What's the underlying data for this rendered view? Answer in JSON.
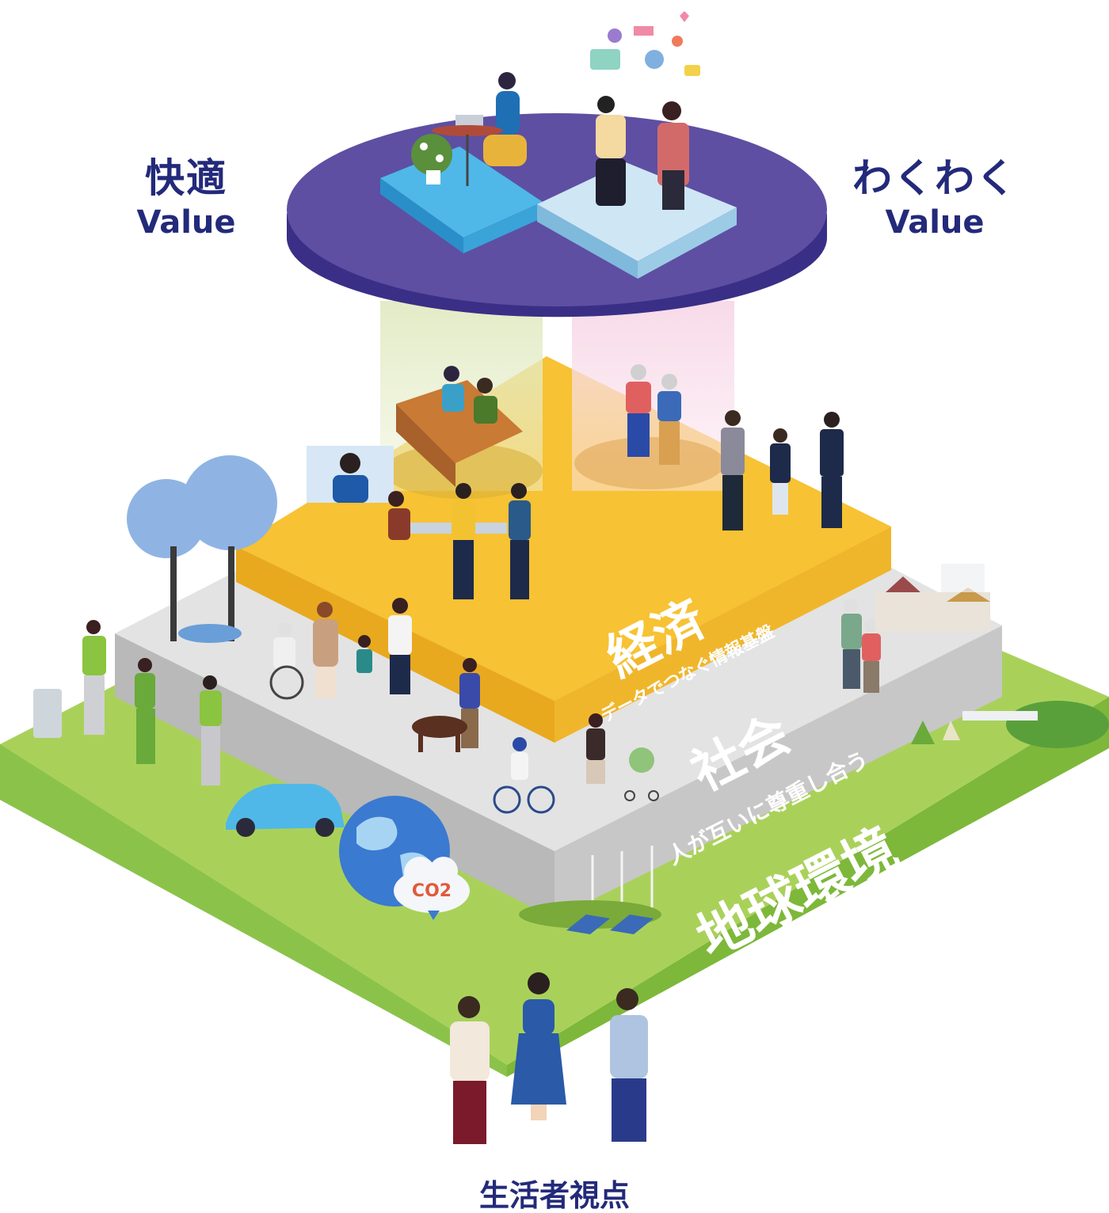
{
  "top_values": {
    "left": {
      "title": "快適",
      "subtitle": "Value"
    },
    "right": {
      "title": "わくわく",
      "subtitle": "Value"
    }
  },
  "tiers": [
    {
      "title": "経済",
      "subtitle": "データでつなぐ情報基盤",
      "color": "#f7c233"
    },
    {
      "title": "社会",
      "subtitle": "人が互いに尊重し合う",
      "color": "#d0d0d0"
    },
    {
      "title": "地球環境",
      "subtitle": "経済と両立する",
      "color": "#8fc644"
    }
  ],
  "icons": {
    "co2_label": "CO2"
  },
  "bottom_label": "生活者視点",
  "colors": {
    "label_text": "#232a7a",
    "disc": "#5e4fa2",
    "disc_side": "#3a2f86",
    "economy": "#f7c233",
    "society": "#d0d0d0",
    "environment": "#8fc644"
  }
}
